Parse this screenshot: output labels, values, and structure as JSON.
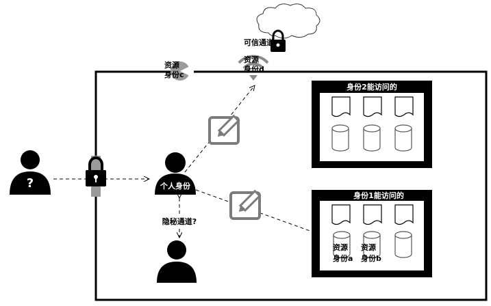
{
  "unknown_user": {
    "mark": "?"
  },
  "personal_identity": {
    "label": "个人身份"
  },
  "covert_channel": {
    "label": "隐秘通道?"
  },
  "trusted_channel": {
    "label": "可信通道"
  },
  "resource_c": {
    "line1": "资源",
    "line2": "身份c"
  },
  "resource_d": {
    "line1": "资源",
    "line2": "身份d"
  },
  "panel_identity2": {
    "title": "身份2能访问的"
  },
  "panel_identity1": {
    "title": "身份1能访问的",
    "resource_a": {
      "line1": "资源",
      "line2": "身份a"
    },
    "resource_b": {
      "line1": "资源",
      "line2": "身份b"
    }
  },
  "icons": [
    "question-user-icon",
    "lock-icon",
    "user-icon",
    "wifi-icon",
    "cloud-icon",
    "pencil-icon",
    "document-icon",
    "database-icon"
  ]
}
